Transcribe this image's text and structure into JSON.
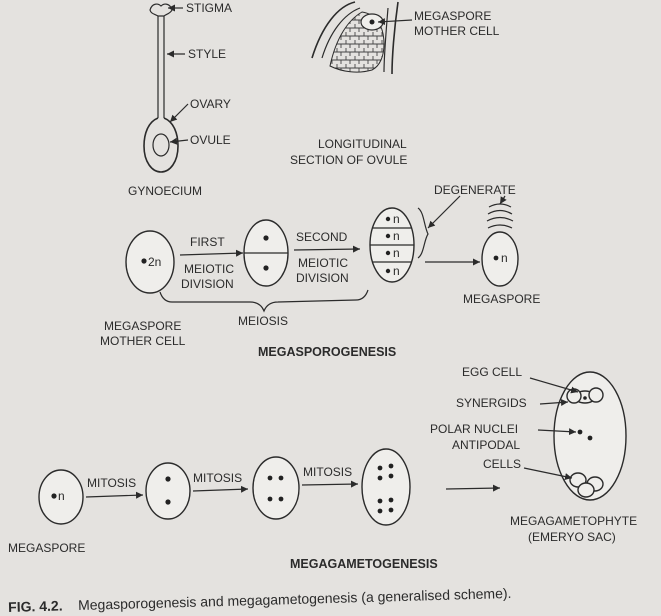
{
  "gynoecium": {
    "stigma": "STIGMA",
    "style": "STYLE",
    "ovary": "OVARY",
    "ovule": "OVULE",
    "title": "GYNOECIUM"
  },
  "ovule_section": {
    "mmc_line1": "MEGASPORE",
    "mmc_line2": "MOTHER CELL",
    "title_line1": "LONGITUDINAL",
    "title_line2": "SECTION OF OVULE"
  },
  "sporogenesis": {
    "ploidy_2n": "2n",
    "ploidy_n": "n",
    "first_line1": "FIRST",
    "first_line2": "MEIOTIC",
    "first_line3": "DIVISION",
    "second_line1": "SECOND",
    "second_line2": "MEIOTIC",
    "second_line3": "DIVISION",
    "degenerate": "DEGENERATE",
    "megaspore": "MEGASPORE",
    "mmc_line1": "MEGASPORE",
    "mmc_line2": "MOTHER CELL",
    "meiosis": "MEIOSIS",
    "heading": "MEGASPOROGENESIS"
  },
  "gametogenesis": {
    "megaspore": "MEGASPORE",
    "mitosis": "MITOSIS",
    "egg_cell": "EGG CELL",
    "synergids": "SYNERGIDS",
    "polar_nuclei": "POLAR NUCLEI",
    "antipodal_line1": "ANTIPODAL",
    "antipodal_line2": "CELLS",
    "megagametophyte": "MEGAGAMETOPHYTE",
    "embryo_sac": "(EMERYO SAC)",
    "heading": "MEGAGAMETOGENESIS"
  },
  "caption": {
    "label": "FIG. 4.2.",
    "text": "Megasporogenesis and megagametogenesis (a generalised scheme)."
  }
}
